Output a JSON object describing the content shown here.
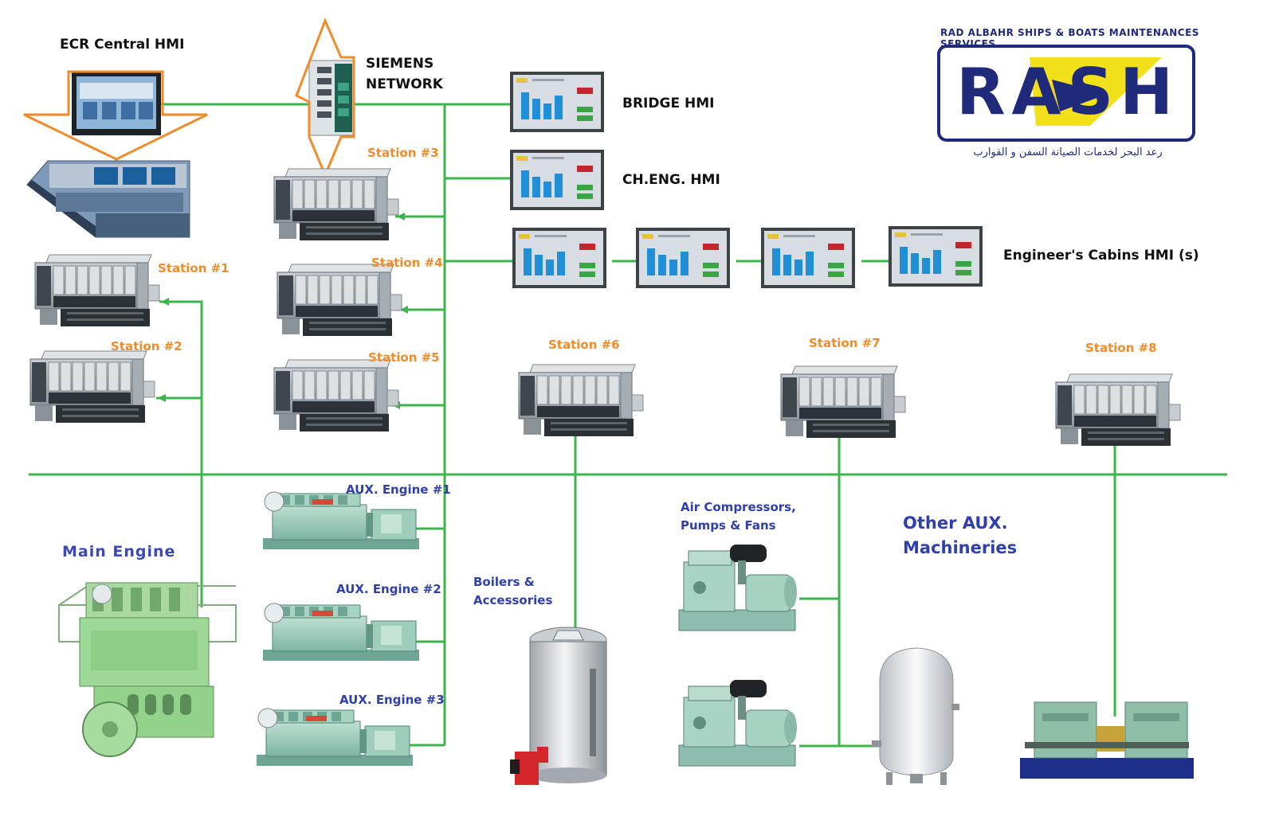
{
  "labels": {
    "ecr_hmi": "ECR Central HMI",
    "siemens_line1": "SIEMENS",
    "siemens_line2": "NETWORK",
    "bridge_hmi": "BRIDGE HMI",
    "cheng_hmi": "CH.ENG. HMI",
    "cabins_hmi": "Engineer's Cabins HMI (s)",
    "main_engine": "Main Engine",
    "aux1": "AUX. Engine #1",
    "aux2": "AUX. Engine #2",
    "aux3": "AUX. Engine #3",
    "boilers_line1": "Boilers &",
    "boilers_line2": "Accessories",
    "aircomp_line1": "Air Compressors,",
    "aircomp_line2": "Pumps & Fans",
    "other_line1": "Other AUX.",
    "other_line2": "Machineries"
  },
  "stations": [
    "Station #1",
    "Station #2",
    "Station #3",
    "Station #4",
    "Station #5",
    "Station #6",
    "Station #7",
    "Station #8"
  ],
  "logo": {
    "arc_text": "RAD ALBAHR SHIPS & BOATS MAINTENANCES SERVICES",
    "letters": "RASH",
    "arabic": "رعد البحر لخدمات الصيانة السفن و القوارب"
  },
  "colors": {
    "network_line": "#3cb54a",
    "station_label": "#f08c2a",
    "machinery_label": "#2f3fae",
    "logo_blue": "#1f2a7a",
    "logo_yellow": "#f2e11a",
    "highlight": "#f08c2a"
  }
}
